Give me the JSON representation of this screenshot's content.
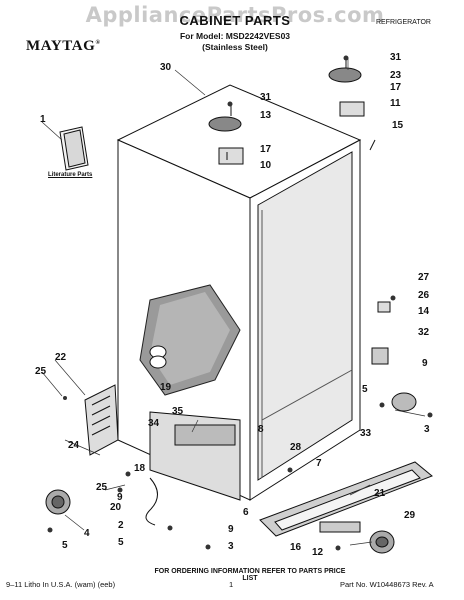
{
  "watermark": "AppliancePartsPros.com",
  "brand": {
    "name": "MAYTAG",
    "mark": "®"
  },
  "header": {
    "title": "CABINET PARTS",
    "model_line": "For Model: MSD2242VES03",
    "variant": "(Stainless Steel)",
    "category": "REFRIGERATOR"
  },
  "literature_label": "Literature Parts",
  "callouts": [
    "30",
    "31",
    "23",
    "17",
    "11",
    "31",
    "13",
    "15",
    "1",
    "17",
    "10",
    "27",
    "26",
    "14",
    "32",
    "9",
    "22",
    "25",
    "19",
    "5",
    "35",
    "34",
    "8",
    "33",
    "3",
    "28",
    "7",
    "24",
    "18",
    "25",
    "20",
    "9",
    "21",
    "6",
    "29",
    "2",
    "9",
    "5",
    "3",
    "16",
    "12",
    "5",
    "4"
  ],
  "footer": {
    "note": "FOR ORDERING INFORMATION REFER TO PARTS PRICE LIST",
    "left": "9–11 Litho In U.S.A. (wam) (eeb)",
    "page": "1",
    "right": "Part No. W10448673 Rev. A"
  }
}
